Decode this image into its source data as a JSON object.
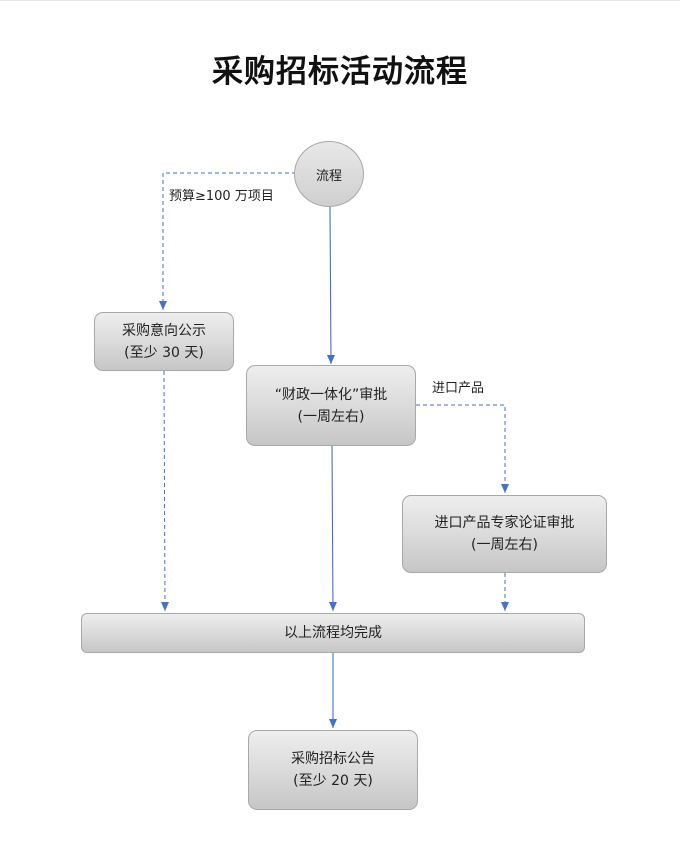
{
  "page": {
    "title": "采购招标活动流程"
  },
  "nodes": {
    "start": {
      "label": "流程"
    },
    "intent_notice": {
      "line1": "采购意向公示",
      "line2": "(至少 30 天)"
    },
    "finance_approval": {
      "line1": "“财政一体化”审批",
      "line2": "(一周左右)"
    },
    "expert_review": {
      "line1": "进口产品专家论证审批",
      "line2": "(一周左右)"
    },
    "all_complete": {
      "label": "以上流程均完成"
    },
    "bid_notice": {
      "line1": "采购招标公告",
      "line2": "(至少 20 天)"
    }
  },
  "edge_labels": {
    "budget": "预算≥100 万项目",
    "imported": "进口产品"
  },
  "colors": {
    "edge": "#4472c4",
    "node_border": "#a8a8a8",
    "node_fill_top": "#eeeeee",
    "node_fill_bottom": "#c6c6c6"
  }
}
